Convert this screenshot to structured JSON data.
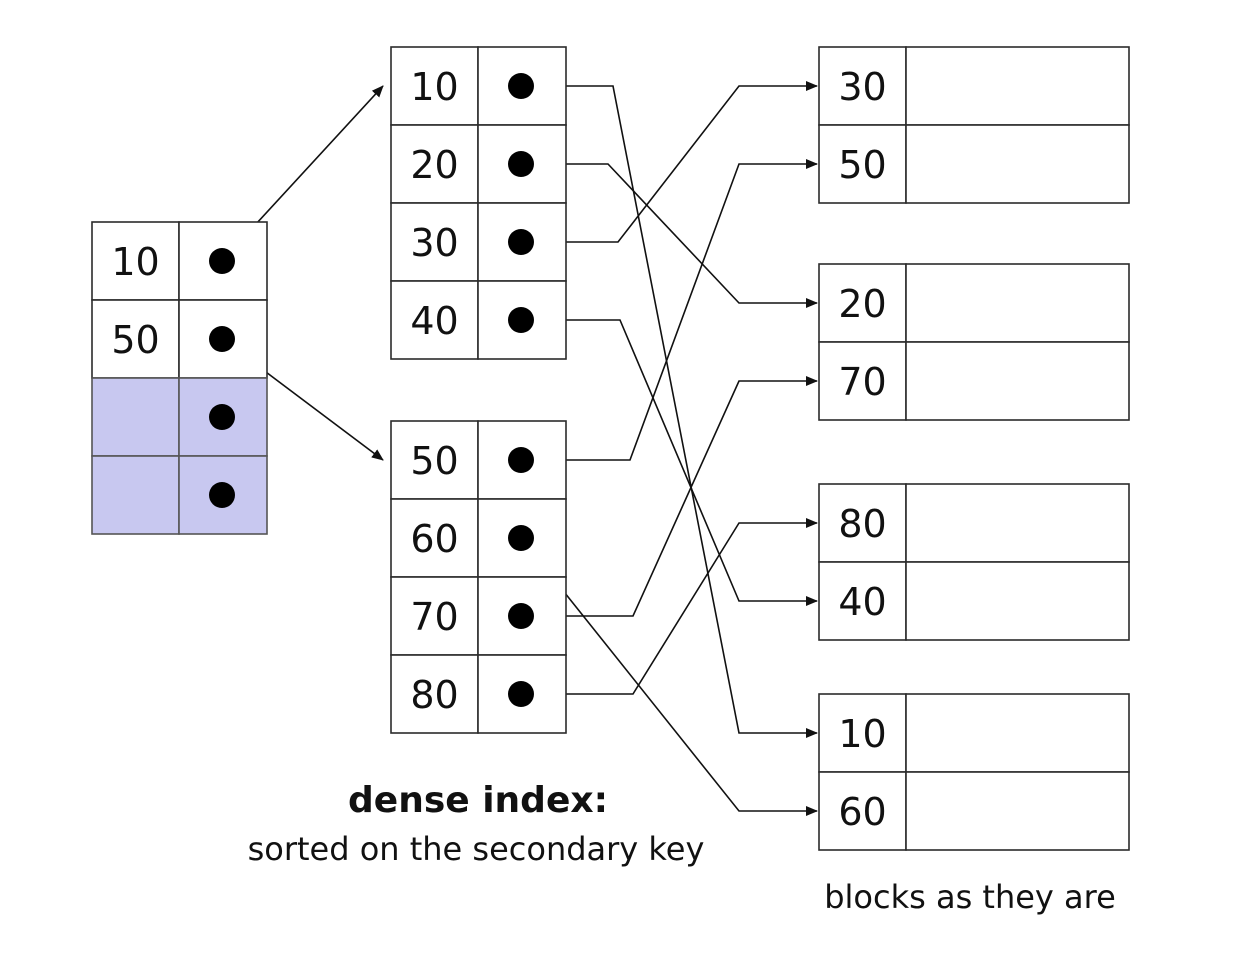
{
  "sparse_index": {
    "entries": [
      {
        "key": "10",
        "target": "d0"
      },
      {
        "key": "50",
        "target": "d4"
      },
      {
        "key": "",
        "target": null,
        "empty": true
      },
      {
        "key": "",
        "target": null,
        "empty": true
      }
    ]
  },
  "dense_index": {
    "blocks": [
      [
        {
          "key": "10",
          "target": "b3r0"
        },
        {
          "key": "20",
          "target": "b1r0"
        },
        {
          "key": "30",
          "target": "b0r0"
        },
        {
          "key": "40",
          "target": "b2r1"
        }
      ],
      [
        {
          "key": "50",
          "target": "b0r1"
        },
        {
          "key": "60",
          "target": "b3r1"
        },
        {
          "key": "70",
          "target": "b1r1"
        },
        {
          "key": "80",
          "target": "b2r0"
        }
      ]
    ],
    "caption_title": "dense index:",
    "caption_subtitle": "sorted on the secondary key"
  },
  "data_blocks": {
    "blocks": [
      [
        "30",
        "50"
      ],
      [
        "20",
        "70"
      ],
      [
        "80",
        "40"
      ],
      [
        "10",
        "60"
      ]
    ],
    "caption": "blocks as they are"
  },
  "colors": {
    "empty_cell": "#c8c8f0",
    "line": "#111111"
  }
}
